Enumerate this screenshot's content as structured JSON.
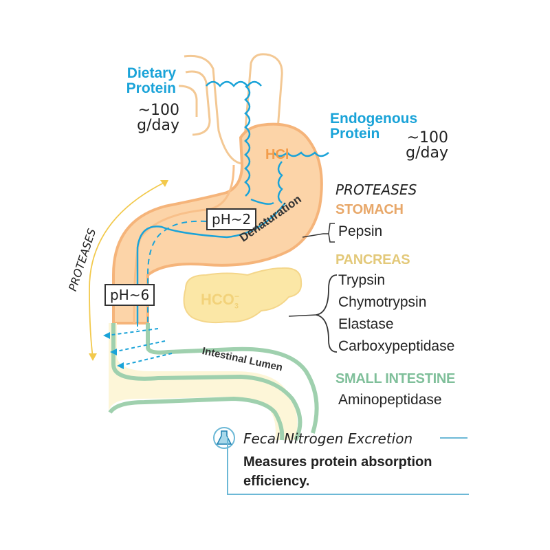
{
  "labels": {
    "dietary_protein": [
      "Dietary",
      "Protein"
    ],
    "dietary_amount": [
      "~100",
      "g/day"
    ],
    "endogenous_protein": [
      "Endogenous",
      "Protein"
    ],
    "endogenous_amount": [
      "~100",
      "g/day"
    ],
    "hcl": "HCl",
    "ph_stomach": "pH~2",
    "ph_intestine": "pH~6",
    "denaturation": "Denaturation",
    "hco3": "HCO",
    "hco3_sub": "3",
    "hco3_sup": "−",
    "proteases_side": "PROTEASES",
    "intestinal_lumen": "Intestinal Lumen"
  },
  "proteases": {
    "header": "PROTEASES",
    "stomach": {
      "title": "STOMACH",
      "enzymes": [
        "Pepsin"
      ],
      "color": "#e8a86a"
    },
    "pancreas": {
      "title": "PANCREAS",
      "enzymes": [
        "Trypsin",
        "Chymotrypsin",
        "Elastase",
        "Carboxypeptidase"
      ],
      "color": "#e3c97a"
    },
    "small_intestine": {
      "title": "SMALL INTESTINE",
      "enzymes": [
        "Aminopeptidase"
      ],
      "color": "#7fbf9a"
    }
  },
  "fecal": {
    "title": "Fecal Nitrogen Excretion",
    "body": [
      "Measures protein absorption",
      "efficiency."
    ],
    "icon": "flask-icon"
  },
  "colors": {
    "stomach_fill": "#fcd4a8",
    "stomach_stroke": "#f5b47a",
    "pancreas_fill": "#fbe7a6",
    "intestine_fill": "#fdf6d8",
    "intestine_wall": "#9fd0ae",
    "protein_blue": "#1aa3d8"
  }
}
